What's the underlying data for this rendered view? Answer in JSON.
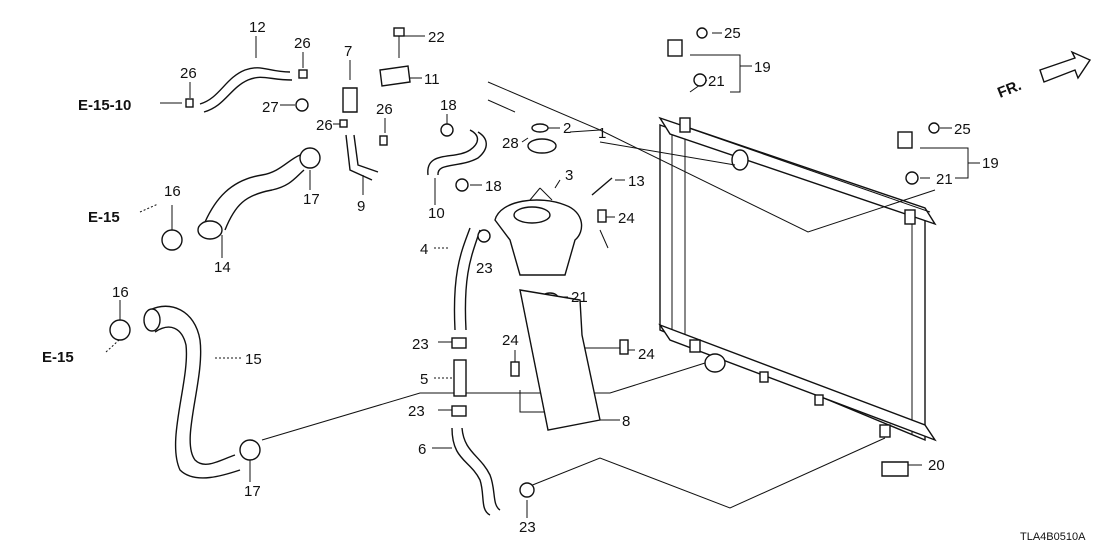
{
  "callouts": [
    {
      "id": "c12",
      "text": "12"
    },
    {
      "id": "c26a",
      "text": "26"
    },
    {
      "id": "c22",
      "text": "22"
    },
    {
      "id": "c7",
      "text": "7"
    },
    {
      "id": "c11",
      "text": "11"
    },
    {
      "id": "c26b",
      "text": "26"
    },
    {
      "id": "c27",
      "text": "27"
    },
    {
      "id": "c26c",
      "text": "26"
    },
    {
      "id": "c26d",
      "text": "26"
    },
    {
      "id": "c18a",
      "text": "18"
    },
    {
      "id": "c28",
      "text": "28"
    },
    {
      "id": "c2",
      "text": "2"
    },
    {
      "id": "c1",
      "text": "1"
    },
    {
      "id": "c17a",
      "text": "17"
    },
    {
      "id": "c9",
      "text": "9"
    },
    {
      "id": "c10",
      "text": "10"
    },
    {
      "id": "c18b",
      "text": "18"
    },
    {
      "id": "c3",
      "text": "3"
    },
    {
      "id": "c13",
      "text": "13"
    },
    {
      "id": "c24a",
      "text": "24"
    },
    {
      "id": "c16a",
      "text": "16"
    },
    {
      "id": "c14",
      "text": "14"
    },
    {
      "id": "c4",
      "text": "4"
    },
    {
      "id": "c23a",
      "text": "23"
    },
    {
      "id": "c21a",
      "text": "21"
    },
    {
      "id": "c16b",
      "text": "16"
    },
    {
      "id": "c15",
      "text": "15"
    },
    {
      "id": "c23b",
      "text": "23"
    },
    {
      "id": "c24b",
      "text": "24"
    },
    {
      "id": "c24c",
      "text": "24"
    },
    {
      "id": "c5",
      "text": "5"
    },
    {
      "id": "c23c",
      "text": "23"
    },
    {
      "id": "c8",
      "text": "8"
    },
    {
      "id": "c6",
      "text": "6"
    },
    {
      "id": "c17b",
      "text": "17"
    },
    {
      "id": "c23d",
      "text": "23"
    },
    {
      "id": "c20",
      "text": "20"
    },
    {
      "id": "c25a",
      "text": "25"
    },
    {
      "id": "c19a",
      "text": "19"
    },
    {
      "id": "c21b",
      "text": "21"
    },
    {
      "id": "c25b",
      "text": "25"
    },
    {
      "id": "c19b",
      "text": "19"
    },
    {
      "id": "c21c",
      "text": "21"
    }
  ],
  "refs": {
    "e1510": "E-15-10",
    "e15a": "E-15",
    "e15b": "E-15"
  },
  "fr_label": "FR.",
  "drawing_code": "TLA4B0510A"
}
